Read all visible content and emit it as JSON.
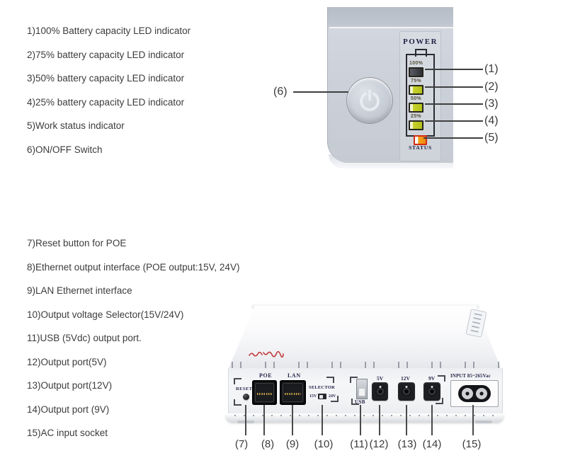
{
  "top_list": {
    "items": [
      "1)100% Battery capacity LED indicator",
      "2)75% battery capacity LED indicator",
      "3)50% battery capacity LED indicator",
      "4)25% battery capacity LED indicator",
      "5)Work status indicator",
      "6)ON/OFF Switch"
    ]
  },
  "bottom_list": {
    "items": [
      "7)Reset button for POE",
      "8)Ethernet output interface (POE output:15V, 24V)",
      "9)LAN Ethernet interface",
      "10)Output voltage Selector(15V/24V)",
      "11)USB (5Vdc) output port.",
      "12)Output port(5V)",
      "13)Output port(12V)",
      "14)Output port (9V)",
      "15)AC input socket"
    ]
  },
  "top_photo": {
    "power_label": "POWER",
    "status_label": "STATUS",
    "levels": [
      {
        "label": "100%",
        "state": "off"
      },
      {
        "label": "75%",
        "state": "on"
      },
      {
        "label": "50%",
        "state": "on"
      },
      {
        "label": "25%",
        "state": "on"
      }
    ],
    "led_on_color": "#c7d32a",
    "led_off_color": "#2d3035",
    "status_led_color": "#f5a01c",
    "status_led_border": "#d32b12"
  },
  "bottom_photo": {
    "port_labels": {
      "reset": "RESET",
      "poe": "POE",
      "lan": "LAN",
      "selector": "SELECTOR",
      "sel_left": "15V",
      "sel_right": "24V",
      "usb": "USB",
      "jack5": "5V",
      "jack12": "12V",
      "jack9": "9V",
      "ac_input": "INPUT 85~265Vac"
    },
    "logo_color": "#c23a3a"
  },
  "callouts": {
    "c1": "(1)",
    "c2": "(2)",
    "c3": "(3)",
    "c4": "(4)",
    "c5": "(5)",
    "c6": "(6)",
    "c7": "(7)",
    "c8": "(8)",
    "c9": "(9)",
    "c10": "(10)",
    "c11": "(11)",
    "c12": "(12)",
    "c13": "(13)",
    "c14": "(14)",
    "c15": "(15)"
  }
}
